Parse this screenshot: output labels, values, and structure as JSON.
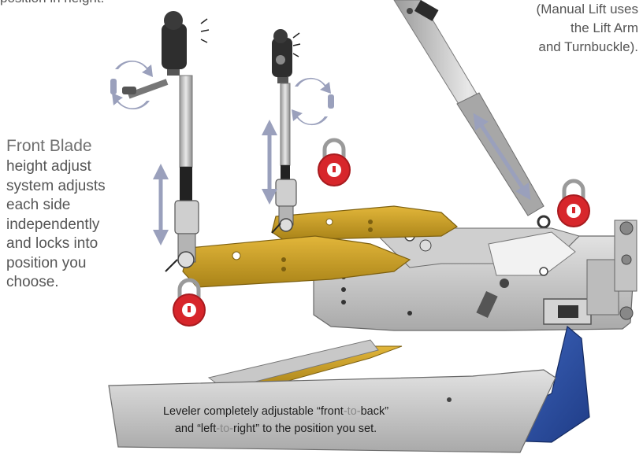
{
  "top_fragment": "position in height.",
  "manual_lift_note": {
    "lines": [
      "(Manual Lift uses",
      "the Lift Arm",
      "and Turnbuckle)."
    ]
  },
  "front_blade": {
    "title": "Front Blade",
    "lines": [
      "height adjust",
      "system adjusts",
      "each side",
      "independently",
      "and locks into",
      "position you",
      "choose."
    ]
  },
  "leveler_caption": {
    "line1_a": "Leveler completely adjustable “front",
    "line1_b": "-to-",
    "line1_c": "back”",
    "line2_a": "and “left",
    "line2_b": "-to-",
    "line2_c": "right” to the position you set."
  },
  "colors": {
    "blade_gold": "#c9a227",
    "frame_gray": "#b8b8b8",
    "blade_blue": "#2a4fa0",
    "lock_red": "#d7262b",
    "arrow_lavender": "#9aa0bc"
  },
  "icons": [
    "rotate-icon",
    "padlock-icon",
    "double-arrow-icon"
  ]
}
